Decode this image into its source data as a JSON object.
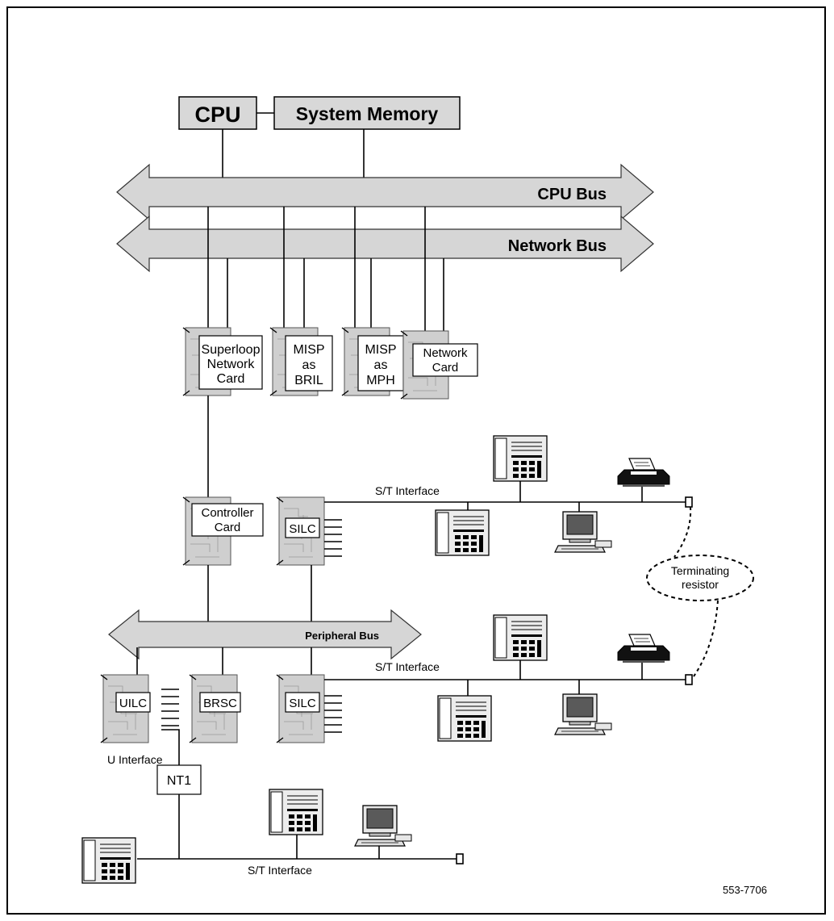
{
  "title_blocks": {
    "cpu": "CPU",
    "system_memory": "System Memory"
  },
  "buses": {
    "cpu_bus": "CPU Bus",
    "network_bus": "Network Bus",
    "peripheral_bus": "Peripheral Bus"
  },
  "cards": {
    "superloop": [
      "Superloop",
      "Network",
      "Card"
    ],
    "misp_bril": [
      "MISP",
      "as",
      "BRIL"
    ],
    "misp_mph": [
      "MISP",
      "as",
      "MPH"
    ],
    "network_card": [
      "Network",
      "Card"
    ],
    "controller": [
      "Controller",
      "Card"
    ],
    "silc_top": "SILC",
    "uilc": "UILC",
    "brsc": "BRSC",
    "silc_bottom": "SILC",
    "nt1": "NT1"
  },
  "labels": {
    "st_interface_top": "S/T Interface",
    "st_interface_mid": "S/T Interface",
    "st_interface_bottom": "S/T Interface",
    "u_interface": "U Interface",
    "terminating_resistor": [
      "Terminating",
      "resistor"
    ],
    "figure_id": "553-7706"
  },
  "icons": [
    "telephone-icon",
    "printer-icon",
    "computer-terminal-icon",
    "pcb-card-icon"
  ]
}
